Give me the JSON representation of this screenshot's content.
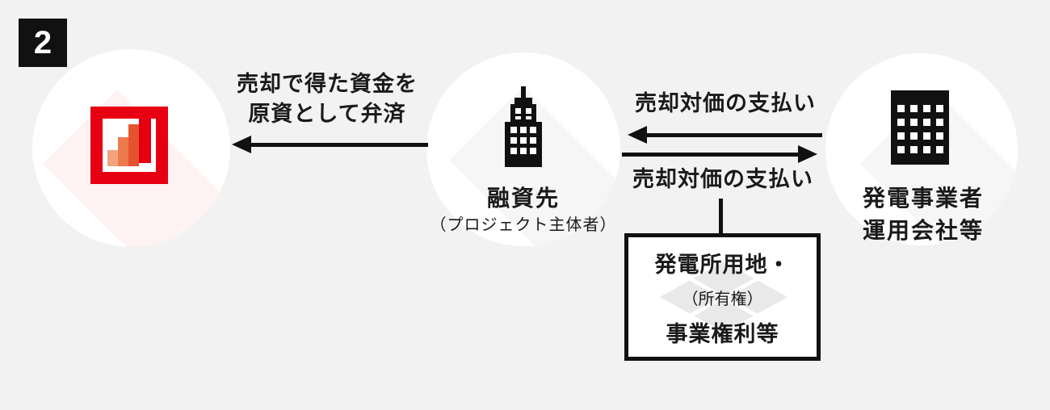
{
  "diagram": {
    "step_number": "2",
    "background_color": "#f2f2f2",
    "accent_red": "#e60012",
    "line_color": "#111111",
    "nodes": {
      "bank": {
        "icon": "bar-chart-logo",
        "bar_colors": [
          "#f2a47f",
          "#ec7a4d",
          "#e5532e",
          "#e60012"
        ]
      },
      "borrower": {
        "icon": "office-tower",
        "title": "融資先",
        "subtitle": "（プロジェクト主体者）"
      },
      "operator": {
        "icon": "office-building",
        "title_line1": "発電事業者",
        "title_line2": "運用会社等"
      }
    },
    "arrows": {
      "repayment": {
        "direction": "left",
        "label_line1": "売却で得た資金を",
        "label_line2": "原資として弁済"
      },
      "payment_top": {
        "direction": "left",
        "label": "売却対価の支払い"
      },
      "payment_bottom": {
        "direction": "right",
        "label": "売却対価の支払い"
      }
    },
    "asset_box": {
      "line1": "発電所用地・",
      "line2": "（所有権）",
      "line3": "事業権利等"
    }
  }
}
